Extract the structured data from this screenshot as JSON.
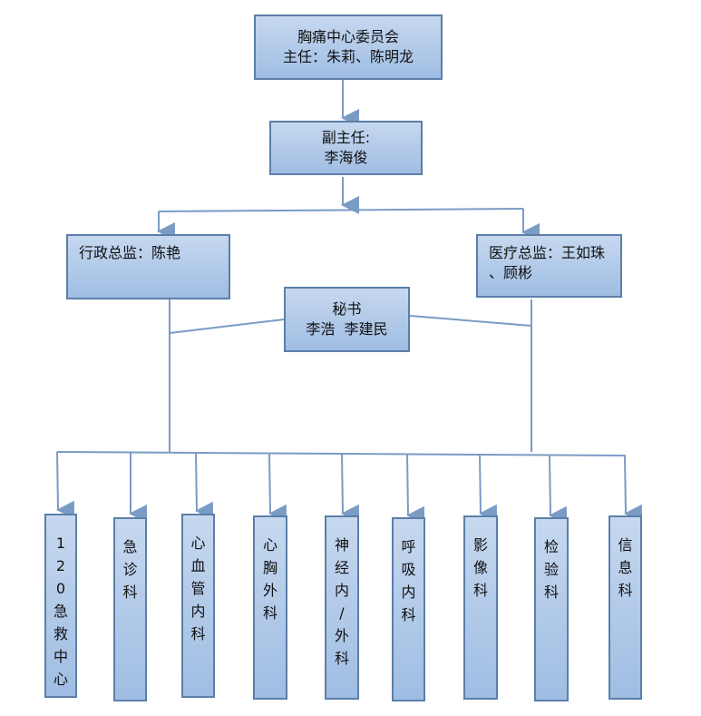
{
  "committee": {
    "line1": "胸痛中心委员会",
    "line2": "主任：朱莉、陈明龙"
  },
  "vice": {
    "line1": "副主任:",
    "line2": "李海俊"
  },
  "admin": {
    "text": "行政总监：陈艳"
  },
  "medical": {
    "line1": "医疗总监：王如珠",
    "line2": "、顾彬"
  },
  "secretary": {
    "line1": "秘书",
    "line2": "李浩  李建民"
  },
  "departments": [
    "120急救中心",
    "急诊科",
    "心血管内科",
    "心胸外科",
    "神经内/外科",
    "呼吸内科",
    "影像科",
    "检验科",
    "信息科"
  ],
  "colors": {
    "box_border": "#5b7fa8",
    "box_fill_top": "#c6d8ef",
    "box_fill_bottom": "#9fbde3",
    "line": "#7a9cc4"
  }
}
